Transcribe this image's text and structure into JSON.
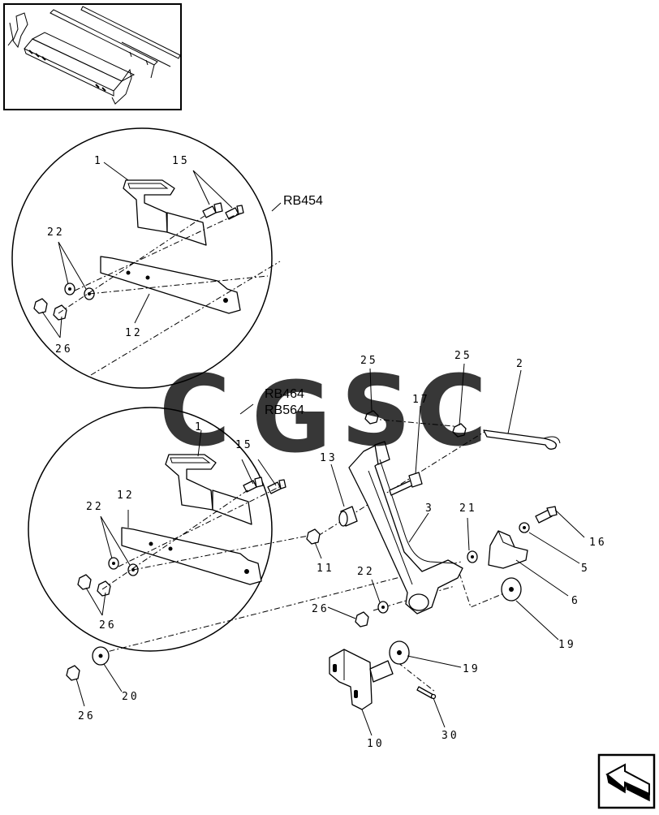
{
  "diagram": {
    "models": {
      "top": "RB454",
      "bottom_line1": "RB464",
      "bottom_line2": "RB564"
    },
    "callouts": {
      "top_1": "1",
      "top_15": "15",
      "top_22": "22",
      "top_12": "12",
      "top_26": "26",
      "bot_1": "1",
      "bot_15": "15",
      "bot_12": "12",
      "bot_22": "22",
      "bot_26": "26",
      "n25a": "25",
      "n25b": "25",
      "n2": "2",
      "n17": "17",
      "n13": "13",
      "n3": "3",
      "n21": "21",
      "n16": "16",
      "n5": "5",
      "n6": "6",
      "n11": "11",
      "n22": "22",
      "n26": "26",
      "n19a": "19",
      "n19b": "19",
      "n10": "10",
      "n30": "30",
      "n20": "20",
      "n26b": "26"
    },
    "watermark": {
      "c1": "C",
      "g": "G",
      "s": "S",
      "c2": "C"
    },
    "colors": {
      "c1": "#5b9cf5",
      "g": "#f08a80",
      "s": "#f9dc70",
      "c2": "#63c28f"
    }
  }
}
